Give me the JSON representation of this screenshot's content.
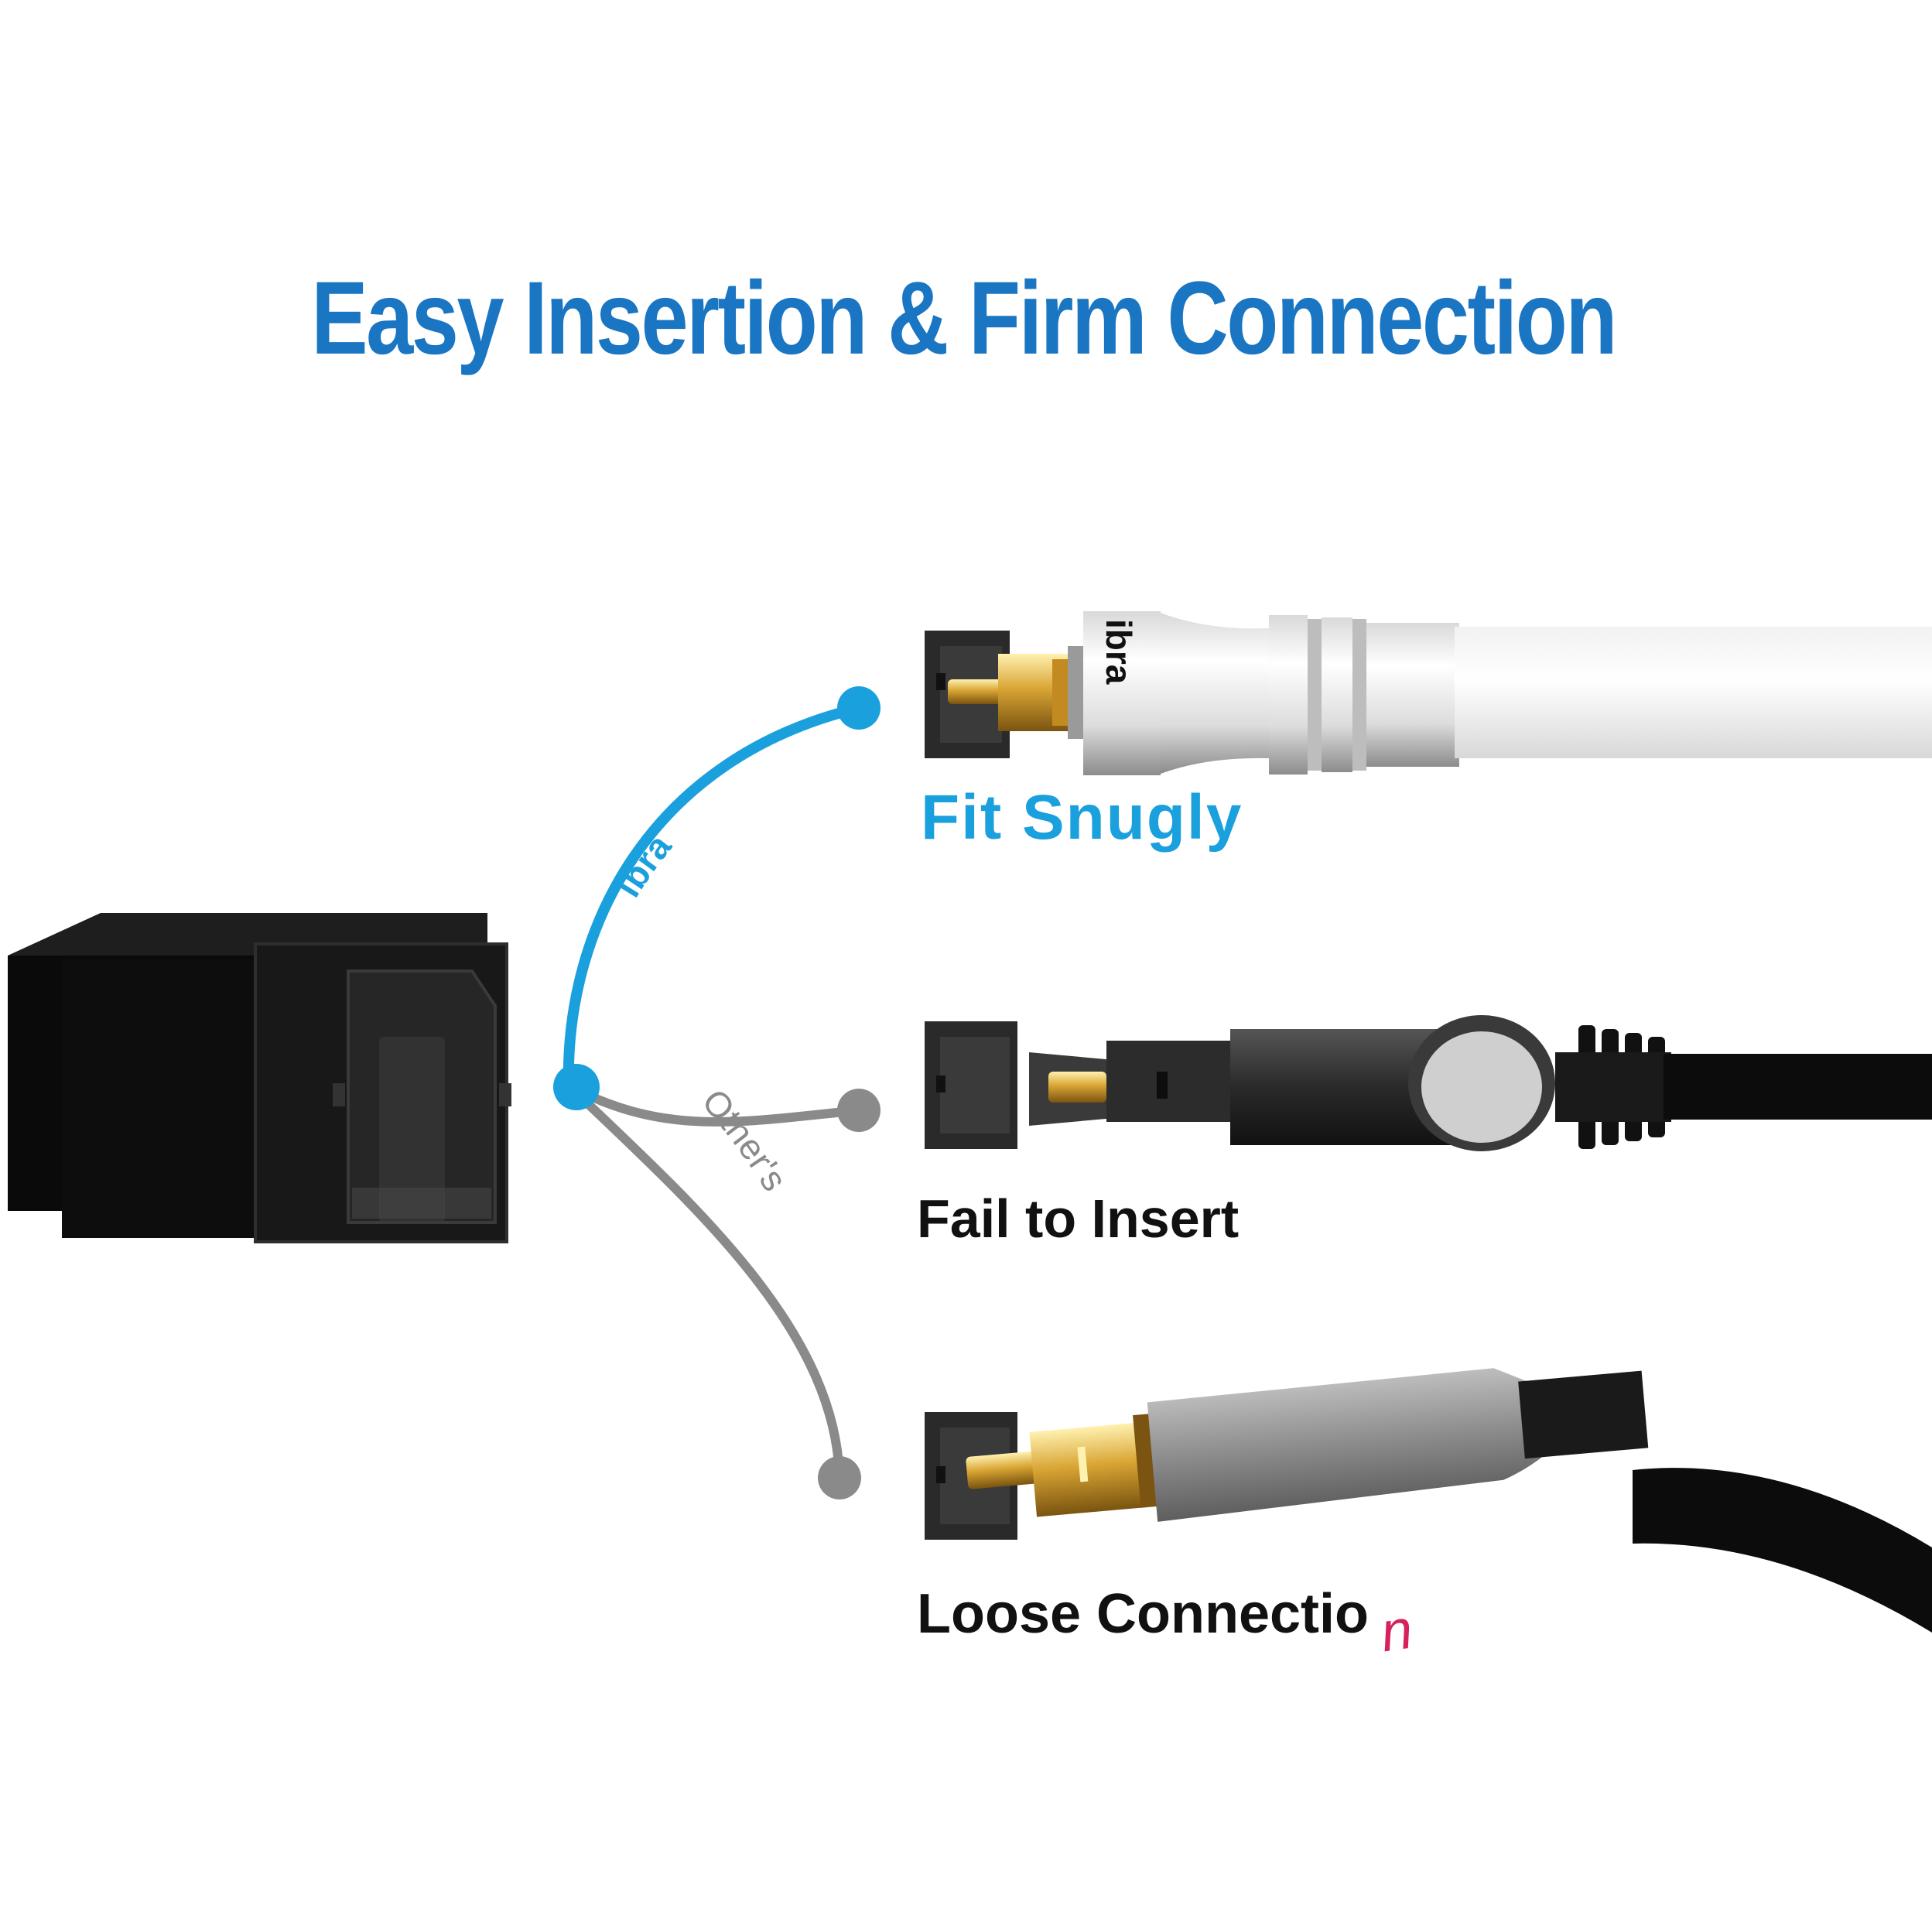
{
  "title": "Easy Insertion & Firm Connection",
  "branches": {
    "brand_label": "ibra",
    "others_label": "Other's"
  },
  "outcomes": {
    "fit": "Fit Snugly",
    "fail": "Fail to Insert",
    "loose_main": "Loose Connectio",
    "loose_last": "n"
  },
  "plug_brand": "ibra",
  "colors": {
    "title_blue": "#1a75c2",
    "accent_blue": "#1aa0dc",
    "others_gray": "#8a8a8a",
    "red_letter": "#d8205a"
  }
}
